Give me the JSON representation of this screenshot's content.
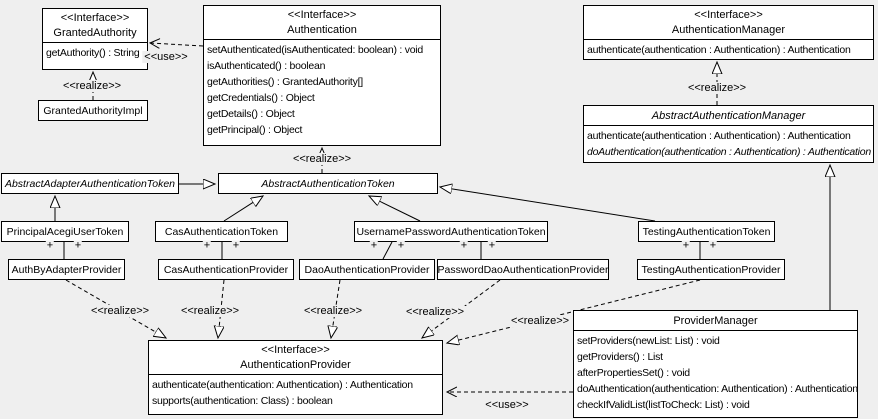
{
  "diagram": {
    "background_color": "#efefef",
    "labels": {
      "use": "<<use>>",
      "realize": "<<realize>>",
      "plus": "+"
    },
    "classes": {
      "granted_authority": {
        "stereotype": "<<Interface>>",
        "name": "GrantedAuthority",
        "methods": [
          "getAuthority() : String"
        ]
      },
      "granted_authority_impl": {
        "name": "GrantedAuthorityImpl"
      },
      "authentication": {
        "stereotype": "<<Interface>>",
        "name": "Authentication",
        "methods": [
          "setAuthenticated(isAuthenticated: boolean) : void",
          "isAuthenticated() : boolean",
          "getAuthorities() : GrantedAuthority[]",
          "getCredentials() : Object",
          "getDetails() : Object",
          "getPrincipal() : Object"
        ]
      },
      "authentication_manager": {
        "stereotype": "<<Interface>>",
        "name": "AuthenticationManager",
        "methods": [
          "authenticate(authentication : Authentication) : Authentication"
        ]
      },
      "abstract_authentication_manager": {
        "name": "AbstractAuthenticationManager",
        "methods": [
          "authenticate(authentication : Authentication) : Authentication",
          "doAuthentication(authentication : Authentication) : Authentication"
        ]
      },
      "abstract_adapter_authentication_token": {
        "name": "AbstractAdapterAuthenticationToken"
      },
      "abstract_authentication_token": {
        "name": "AbstractAuthenticationToken"
      },
      "principal_acegi_user_token": {
        "name": "PrincipalAcegiUserToken"
      },
      "cas_authentication_token": {
        "name": "CasAuthenticationToken"
      },
      "username_password_authentication_token": {
        "name": "UsernamePasswordAuthenticationToken"
      },
      "testing_authentication_token": {
        "name": "TestingAuthenticationToken"
      },
      "auth_by_adapter_provider": {
        "name": "AuthByAdapterProvider"
      },
      "cas_authentication_provider": {
        "name": "CasAuthenticationProvider"
      },
      "dao_authentication_provider": {
        "name": "DaoAuthenticationProvider"
      },
      "password_dao_authentication_provider": {
        "name": "PasswordDaoAuthenticationProvider"
      },
      "testing_authentication_provider": {
        "name": "TestingAuthenticationProvider"
      },
      "provider_manager": {
        "name": "ProviderManager",
        "methods": [
          "setProviders(newList: List) : void",
          "getProviders() : List",
          "afterPropertiesSet() : void",
          "doAuthentication(authentication: Authentication) : Authentication",
          "checkIfValidList(listToCheck: List) : void"
        ]
      },
      "authentication_provider": {
        "stereotype": "<<Interface>>",
        "name": "AuthenticationProvider",
        "methods": [
          "authenticate(authentication: Authentication) : Authentication",
          "supports(authentication: Class) : boolean"
        ]
      }
    }
  }
}
